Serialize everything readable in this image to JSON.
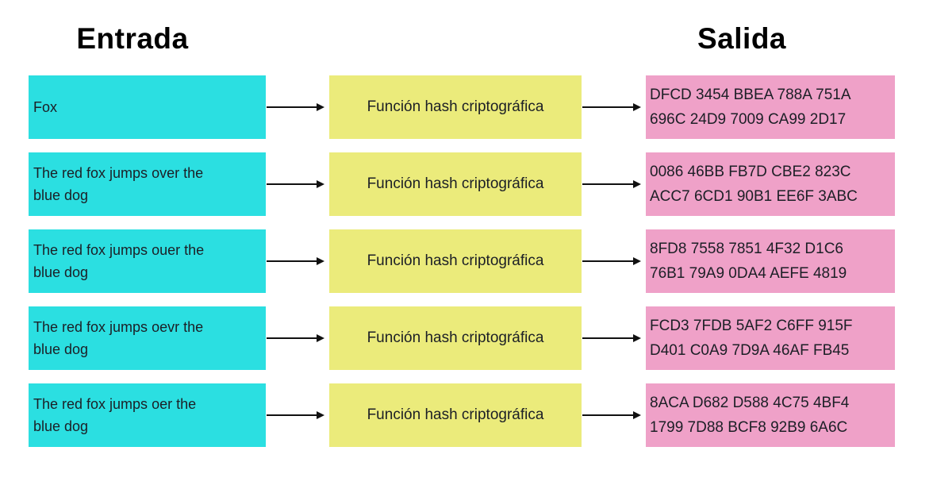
{
  "titles": {
    "input": "Entrada",
    "output": "Salida"
  },
  "function_label": "Función hash criptográfica",
  "rows": [
    {
      "input_lines": [
        "Fox"
      ],
      "output_lines": [
        "DFCD 3454 BBEA 788A 751A",
        "696C 24D9 7009 CA99 2D17"
      ]
    },
    {
      "input_lines": [
        "The red fox jumps over the",
        "blue dog"
      ],
      "output_lines": [
        "0086 46BB FB7D CBE2 823C",
        "ACC7 6CD1 90B1 EE6F 3ABC"
      ]
    },
    {
      "input_lines": [
        "The red fox jumps ouer the",
        "blue dog"
      ],
      "output_lines": [
        "8FD8 7558 7851 4F32 D1C6",
        "76B1 79A9 0DA4 AEFE 4819"
      ]
    },
    {
      "input_lines": [
        "The red fox jumps oevr the",
        "blue dog"
      ],
      "output_lines": [
        "FCD3 7FDB 5AF2 C6FF 915F",
        "D401 C0A9 7D9A 46AF FB45"
      ]
    },
    {
      "input_lines": [
        "The red fox jumps oer the",
        "blue dog"
      ],
      "output_lines": [
        "8ACA D682 D588 4C75 4BF4",
        "1799 7D88 BCF8 92B9 6A6C"
      ]
    }
  ],
  "colors": {
    "background": "#ffffff",
    "input_box": "#2bdfe1",
    "function_box": "#ebeb7b",
    "output_box": "#efa1c8",
    "arrow": "#111111",
    "text": "#1c1f26"
  }
}
